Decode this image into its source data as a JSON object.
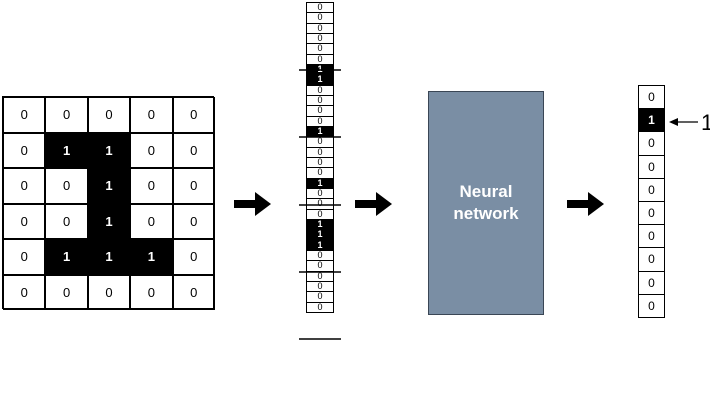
{
  "input_grid": [
    [
      "0",
      "0",
      "0",
      "0",
      "0"
    ],
    [
      "0",
      "1",
      "1",
      "0",
      "0"
    ],
    [
      "0",
      "0",
      "1",
      "0",
      "0"
    ],
    [
      "0",
      "0",
      "1",
      "0",
      "0"
    ],
    [
      "0",
      "1",
      "1",
      "1",
      "0"
    ],
    [
      "0",
      "0",
      "0",
      "0",
      "0"
    ]
  ],
  "flattened_vector": [
    "0",
    "0",
    "0",
    "0",
    "0",
    "0",
    "1",
    "1",
    "0",
    "0",
    "0",
    "0",
    "1",
    "0",
    "0",
    "0",
    "0",
    "1",
    "0",
    "0",
    "0",
    "1",
    "1",
    "1",
    "0",
    "0",
    "0",
    "0",
    "0",
    "0"
  ],
  "network_label": "Neural\nnetwork",
  "output_vector": [
    "0",
    "1",
    "0",
    "0",
    "0",
    "0",
    "0",
    "0",
    "0",
    "0"
  ],
  "output_pointer_label": "1"
}
